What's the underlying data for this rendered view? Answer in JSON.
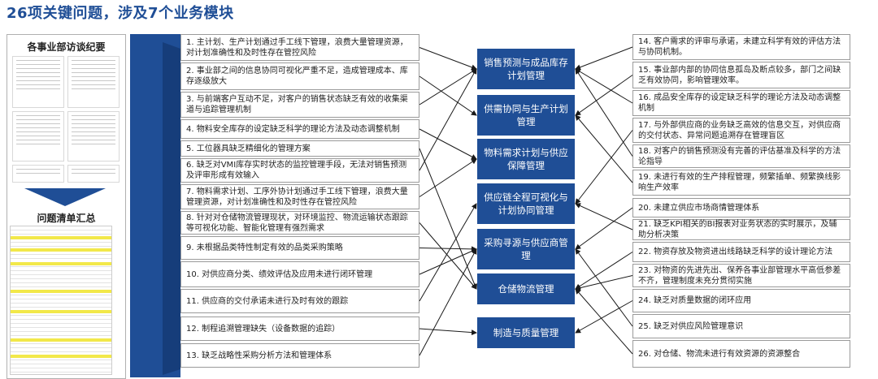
{
  "title": "26项关键问题，涉及7个业务模块",
  "left_panel": {
    "interview_heading": "各事业部访谈纪要",
    "summary_heading": "问题清单汇总"
  },
  "categories": [
    "销售预测与成品库存计划管理",
    "供需协同与生产计划管理",
    "物料需求计划与供应保障管理",
    "供应链全程可视化与计划协同管理",
    "采购寻源与供应商管理",
    "仓储物流管理",
    "制造与质量管理"
  ],
  "left_issues": [
    "1. 主计划、生产计划通过手工线下管理，浪费大量管理资源，对计划准确性和及时性存在管控风险",
    "2. 事业部之间的信息协同可视化严重不足，造成管理成本、库存逐级放大",
    "3. 与前端客户互动不足，对客户的销售状态缺乏有效的收集渠道与追踪管理机制",
    "4. 物料安全库存的设定缺乏科学的理论方法及动态调整机制",
    "5. 工位器具缺乏精细化的管理方案",
    "6. 缺乏对VMI库存实时状态的监控管理手段，无法对销售预测及评审形成有效输入",
    "7. 物料需求计划、工序外协计划通过手工线下管理，浪费大量管理资源，对计划准确性和及时性存在管控风险",
    "8. 针对对仓储物流管理现状，对环境监控、物流运输状态跟踪等可视化功能、智能化管理有强烈需求",
    "9. 未根据品类特性制定有效的品类采购策略",
    "10. 对供应商分类、绩效评估及应用未进行闭环管理",
    "11. 供应商的交付承诺未进行及时有效的跟踪",
    "12. 制程追溯管理缺失（设备数据的追踪）",
    "13. 缺乏战略性采购分析方法和管理体系"
  ],
  "right_issues": [
    "14. 客户需求的评审与承诺，未建立科学有效的评估方法与协同机制。",
    "15. 事业部内部的协同信息孤岛及断点较多，部门之间缺乏有效协同，影响管理效率。",
    "16. 成品安全库存的设定缺乏科学的理论方法及动态调整机制",
    "17. 与外部供应商的业务缺乏高效的信息交互，对供应商的交付状态、异常问题追溯存在管理盲区",
    "18. 对客户的销售预测没有完善的评估基准及科学的方法论指导",
    "19. 未进行有效的生产排程管理，频繁插单、频繁换线影响生产效率",
    "20. 未建立供应市场商情管理体系",
    "21. 缺乏KPI相关的BI报表对业务状态的实时展示，及辅助分析决策",
    "22. 物资存放及物资进出线路缺乏科学的设计理论方法",
    "23. 对物资的先进先出、保养各事业部管理水平高低参差不齐，管理制度未充分贯彻实施",
    "24. 缺乏对质量数据的闭环应用",
    "25. 缺乏对供应风险管理意识",
    "26. 对仓储、物流未进行有效资源的资源整合"
  ],
  "links_left": [
    [
      1,
      0
    ],
    [
      2,
      1
    ],
    [
      3,
      0
    ],
    [
      4,
      2
    ],
    [
      5,
      5
    ],
    [
      6,
      0
    ],
    [
      7,
      2
    ],
    [
      8,
      5
    ],
    [
      9,
      4
    ],
    [
      10,
      4
    ],
    [
      11,
      3
    ],
    [
      12,
      6
    ],
    [
      13,
      4
    ]
  ],
  "links_right": [
    [
      14,
      0
    ],
    [
      15,
      1
    ],
    [
      16,
      0
    ],
    [
      17,
      3
    ],
    [
      18,
      0
    ],
    [
      19,
      1
    ],
    [
      20,
      4
    ],
    [
      21,
      3
    ],
    [
      22,
      5
    ],
    [
      23,
      5
    ],
    [
      24,
      6
    ],
    [
      25,
      4
    ],
    [
      26,
      5
    ]
  ],
  "colors": {
    "brand_blue": "#1f4e96",
    "connector": "#1a1a1a",
    "highlight_yellow": "#f2e84a"
  }
}
